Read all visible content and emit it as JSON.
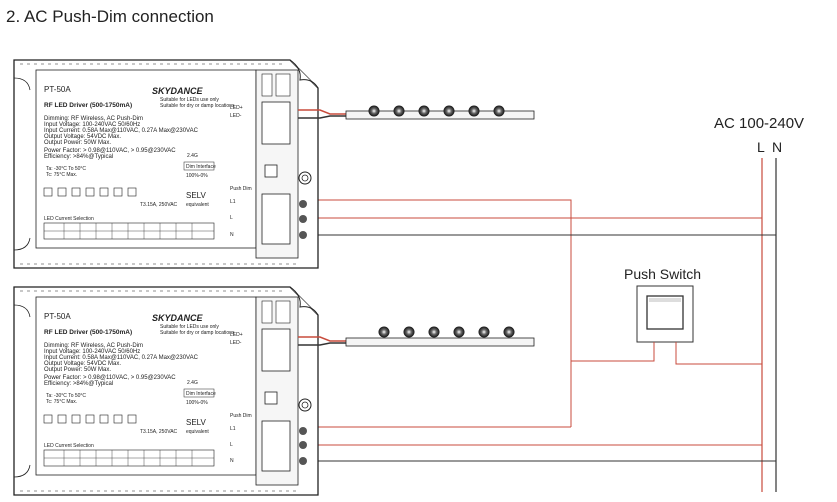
{
  "title": "2. AC Push-Dim connection",
  "supply": {
    "label": "AC 100-240V",
    "L": "L",
    "N": "N"
  },
  "push_switch": {
    "label": "Push Switch"
  },
  "drivers": [
    {
      "model": "PT-50A",
      "brand": "SKYDANCE",
      "tagline1": "Suitable for LEDs use only",
      "tagline2": "Suitable for dry or damp locations",
      "product": "RF LED Driver (500-1750mA)",
      "specs": [
        "Dimming: RF Wireless, AC Push-Dim",
        "Input Voltage: 100-240VAC 50/60Hz",
        "Input Current: 0.58A Max@110VAC, 0.27A Max@230VAC",
        "Output Voltage: 54VDC Max.",
        "Output Power: 50W Max.",
        "Power Factor: > 0.98@110VAC, > 0.95@230VAC",
        "Efficiency: >84%@Typical"
      ],
      "ta": "Ta: -30°C To 50°C",
      "tc": "Tc: 75°C Max.",
      "freq": "2.4G",
      "dim_interface": "Dim Interface",
      "dim_range": "100%-0%",
      "sel_label": "LED Current Selection",
      "selv": "SELV",
      "equivalent": "equivalent",
      "fuse": "T3.15A, 250VAC",
      "terminals": {
        "led_plus": "LED+",
        "led_minus": "LED-",
        "l1": "L1",
        "push": "Push Dim",
        "l": "L",
        "n": "N"
      }
    },
    {
      "model": "PT-50A",
      "brand": "SKYDANCE",
      "tagline1": "Suitable for LEDs use only",
      "tagline2": "Suitable for dry or damp locations",
      "product": "RF LED Driver (500-1750mA)",
      "specs": [
        "Dimming: RF Wireless, AC Push-Dim",
        "Input Voltage: 100-240VAC 50/60Hz",
        "Input Current: 0.58A Max@110VAC, 0.27A Max@230VAC",
        "Output Voltage: 54VDC Max.",
        "Output Power: 50W Max.",
        "Power Factor: > 0.98@110VAC, > 0.95@230VAC",
        "Efficiency: >84%@Typical"
      ],
      "ta": "Ta: -30°C To 50°C",
      "tc": "Tc: 75°C Max.",
      "freq": "2.4G",
      "dim_interface": "Dim Interface",
      "dim_range": "100%-0%",
      "sel_label": "LED Current Selection",
      "selv": "SELV",
      "equivalent": "equivalent",
      "fuse": "T3.15A, 250VAC",
      "terminals": {
        "led_plus": "LED+",
        "led_minus": "LED-",
        "l1": "L1",
        "push": "Push Dim",
        "l": "L",
        "n": "N"
      }
    }
  ],
  "colors": {
    "wire_red": "#c84b3c",
    "wire_dark": "#444444",
    "line": "#222222",
    "stripe": "#c0392b"
  }
}
